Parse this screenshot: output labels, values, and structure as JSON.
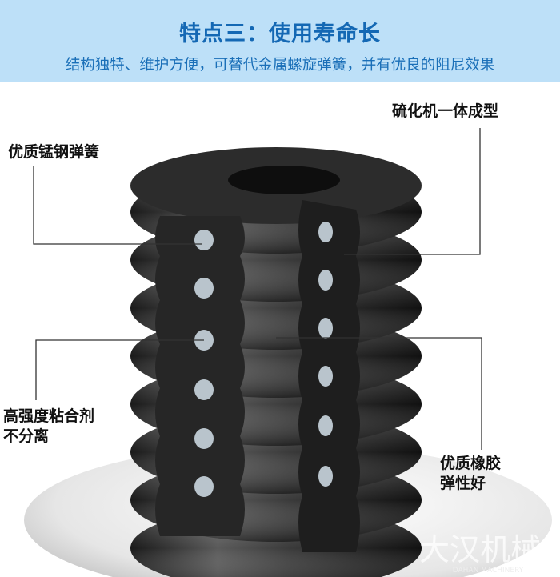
{
  "header": {
    "title": "特点三：使用寿命长",
    "subtitle": "结构独特、维护方便，可替代金属螺旋弹簧，并有优良的阻尼效果"
  },
  "labels": {
    "vulcanized": "硫化机一体成型",
    "spring_steel": "优质锰钢弹簧",
    "adhesive_line1": "高强度粘合剂",
    "adhesive_line2": "不分离",
    "rubber_line1": "优质橡胶",
    "rubber_line2": "弹性好"
  },
  "watermark": {
    "cn": "大汉机械",
    "en": "DAHAN MACHINERY"
  },
  "colors": {
    "header_bg": "#bde0f8",
    "title": "#1468b4",
    "rubber": "#2a2a2a"
  }
}
